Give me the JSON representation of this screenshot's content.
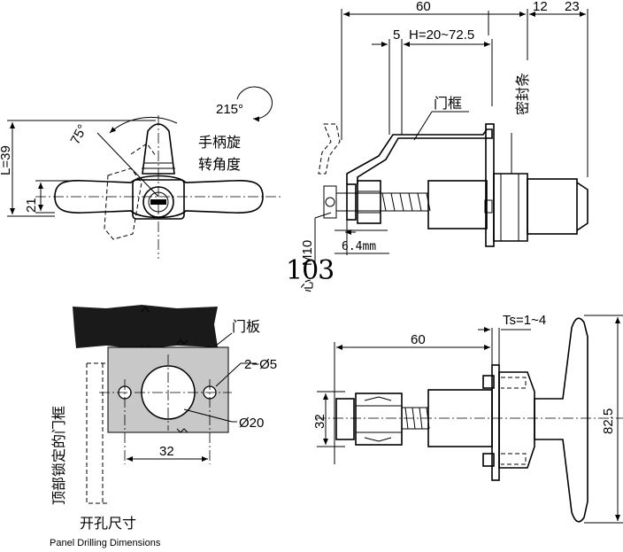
{
  "views": {
    "front": {
      "rotation_angle": "215°",
      "handle_label_line1": "手柄旋",
      "handle_label_line2": "转角度",
      "angle": "75°",
      "height_L": "L=39",
      "width_21": "21"
    },
    "side": {
      "dim_60": "60",
      "dim_12": "12",
      "dim_23": "23",
      "dim_5": "5",
      "dim_H": "H=20~72.5",
      "door_frame": "门框",
      "seal_strip": "密封条",
      "thread": "M10",
      "thread_prefix": "心",
      "thickness": "6.4mm"
    },
    "drilling": {
      "door_panel": "门板",
      "holes": "2−Ø5",
      "bore": "Ø20",
      "spacing": "32",
      "top_lock_frame": "顶部锁定的门框",
      "title_cn": "开孔尺寸",
      "title_en": "Panel Drilling Dimensions"
    },
    "top": {
      "ts": "Ts=1~4",
      "dim_60": "60",
      "dim_32": "32",
      "dim_82_5": "82.5"
    }
  },
  "page_number": "103",
  "colors": {
    "ink": "#000000",
    "panel_fill": "#c8c8c8",
    "frame_fill": "#1a1a1a",
    "part_fill": "#ffffff"
  }
}
